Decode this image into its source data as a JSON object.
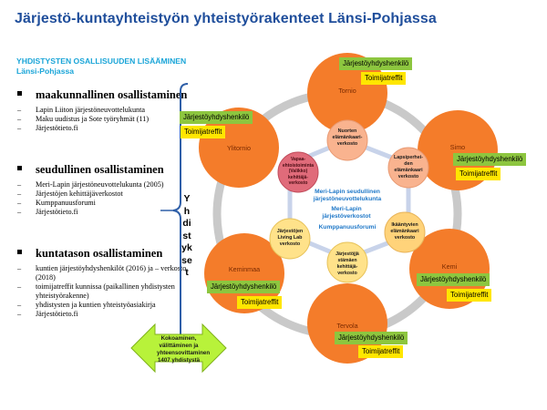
{
  "title": "Järjestö-kuntayhteistyön yhteistyörakenteet Länsi-Pohjassa",
  "subtitle": "YHDISTYSTEN OSALLISUUDEN LISÄÄMINEN Länsi-Pohjassa",
  "sections": [
    {
      "heading": "maakunnallinen osallistaminen",
      "items": [
        "Lapin Liiton järjestöneuvottelukunta",
        "Maku uudistus ja Sote työryhmät (11)",
        "Järjestötieto.fi"
      ]
    },
    {
      "heading": "seudullinen osallistaminen",
      "items": [
        "Meri-Lapin järjestöneuvottelukunta (2005)",
        "Järjestöjen kehittäjäverkostot",
        "Kumppanuusforumi",
        "Järjestötieto.fi"
      ]
    },
    {
      "heading": "kuntatason osallistaminen",
      "items": [
        "kuntien järjestöyhdyshenkilöt (2016) ja – verkosto (2018)",
        "toimijatreffit kunnissa (paikallinen yhdistysten yhteistyörakenne)",
        "yhdistysten ja kuntien yhteistyöasiakirja",
        "Järjestötieto.fi"
      ]
    }
  ],
  "vertical_label": "Yhdistykset",
  "arrow_text": "Kokoaminen, välittäminen ja yhteensovittaminen 1407 yhdistystä",
  "municipalities": [
    {
      "name": "Tornio",
      "contact": "Järjestöyhdyshenkilö",
      "meet": "Toimijatreffit"
    },
    {
      "name": "Simo",
      "contact": "Järjestöyhdyshenkilö",
      "meet": "Toimijatreffit"
    },
    {
      "name": "Kemi",
      "contact": "Järjestöyhdyshenkilö",
      "meet": "Toimijatreffit"
    },
    {
      "name": "Tervola",
      "contact": "Järjestöyhdyshenkilö",
      "meet": "Toimijatreffit"
    },
    {
      "name": "Keminmaa",
      "contact": "Järjestöyhdyshenkilö",
      "meet": "Toimijatreffit"
    },
    {
      "name": "Ylitornio",
      "contact": "Järjestöyhdyshenkilö",
      "meet": "Toimijatreffit"
    }
  ],
  "networks": [
    {
      "label": "Nuorten elämänkaari-verkosto",
      "color": "#f9b38f"
    },
    {
      "label": "Lapsiperhei-den elämänkaari verkosto",
      "color": "#f9b38f"
    },
    {
      "label": "Ikääntyvien elämänkaari verkosto",
      "color": "#ffd37a"
    },
    {
      "label": "Järjestöjjä stämäen kehittäjä-verkosto",
      "color": "#ffe28a"
    },
    {
      "label": "Järjestöjen Living Lab verkosto",
      "color": "#ffe28a"
    },
    {
      "label": "Vapaa-ehtoistoiminta (Valikko) kehittäjä-verkosto",
      "color": "#e06b7a"
    }
  ],
  "center": {
    "line1": "Meri-Lapin seudullinen järjestöneuvottelukunta",
    "line2": "Meri-Lapin järjestöverkostot",
    "line3": "Kumppanuusforumi"
  },
  "colors": {
    "title": "#1f4e9b",
    "subtitle": "#1aa5d8",
    "municipality_circle": "#f47c2a",
    "contact_box": "#8dc63f",
    "meet_box": "#ffe600",
    "ring": "#c9c9c9",
    "center_text": "#1f78c8",
    "bracket": "#2f5fa8",
    "arrow": "#b8f23a"
  }
}
